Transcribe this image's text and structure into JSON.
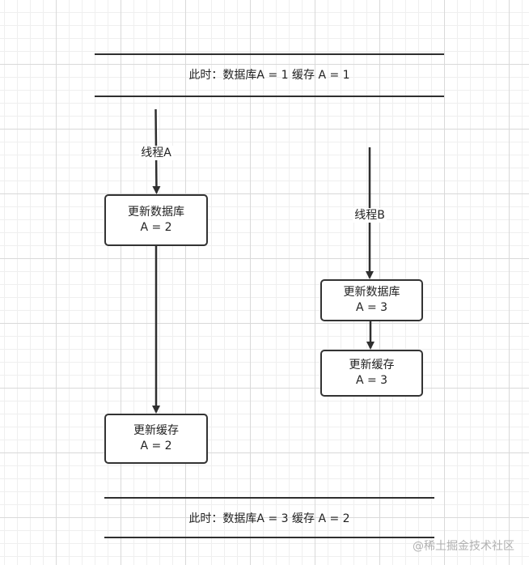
{
  "top_state": {
    "label": "此时：数据库A = 1 缓存 A = 1"
  },
  "bottom_state": {
    "label": "此时：数据库A = 3 缓存 A = 2"
  },
  "thread_a": {
    "label": "线程A",
    "steps": [
      {
        "line1": "更新数据库",
        "line2": "A = 2"
      },
      {
        "line1": "更新缓存",
        "line2": "A = 2"
      }
    ]
  },
  "thread_b": {
    "label": "线程B",
    "steps": [
      {
        "line1": "更新数据库",
        "line2": "A = 3"
      },
      {
        "line1": "更新缓存",
        "line2": "A = 3"
      }
    ]
  },
  "watermark": "@稀土掘金技术社区",
  "colors": {
    "line": "#2f2f2f",
    "node_border": "#333333",
    "grid": "#d9d9d9"
  }
}
